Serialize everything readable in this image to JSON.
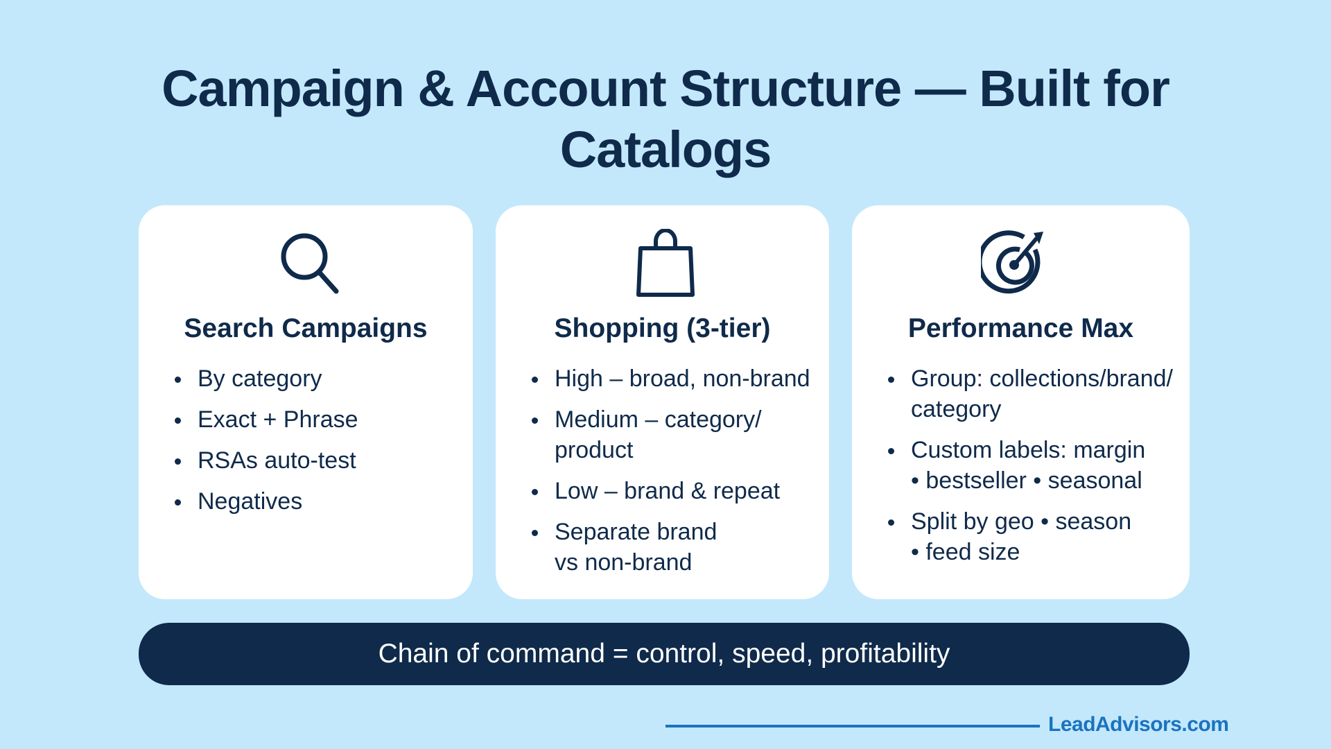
{
  "title": [
    "Campaign & Account Structure — Built for",
    "Catalogs"
  ],
  "cards": [
    {
      "icon": "search-icon",
      "heading": "Search Campaigns",
      "bullets": [
        [
          "By category"
        ],
        [
          "Exact + Phrase"
        ],
        [
          "RSAs auto-test"
        ],
        [
          "Negatives"
        ]
      ]
    },
    {
      "icon": "shopping-bag-icon",
      "heading": "Shopping (3-tier)",
      "bullets": [
        [
          "High – broad, non-brand"
        ],
        [
          "Medium – category/",
          "product"
        ],
        [
          "Low – brand & repeat"
        ],
        [
          "Separate brand",
          "vs non-brand"
        ]
      ]
    },
    {
      "icon": "target-icon",
      "heading": "Performance Max",
      "bullets": [
        [
          "Group: collections/brand/",
          "category"
        ],
        [
          "Custom labels: margin",
          "• bestseller • seasonal"
        ],
        [
          "Split by geo • season",
          "• feed size"
        ]
      ]
    }
  ],
  "banner": "Chain of command = control, speed, profitability",
  "logo": "LeadAdvisors.com",
  "colors": {
    "background": "#c3e8fc",
    "navy": "#0f2a4a",
    "brand_blue": "#1a73bf"
  }
}
